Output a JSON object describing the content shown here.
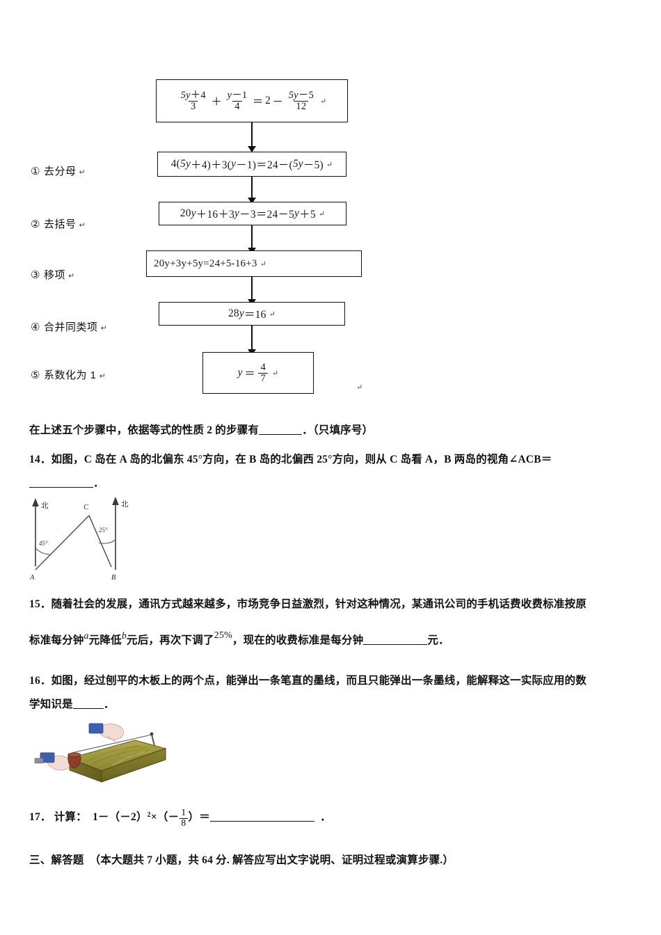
{
  "flowchart": {
    "boxes": [
      {
        "id": "b1",
        "text_plain": "(5y+4)/3 + (y-1)/4 = 2 - (5y-5)/12",
        "parts": {
          "n1": "5y+4",
          "d1": "3",
          "n2": "y-1",
          "d2": "4",
          "rhs_int": "2",
          "n3": "5y-5",
          "d3": "12"
        }
      },
      {
        "id": "b2",
        "text_plain": "4(5y+4)+3(y-1)=24-(5y-5)"
      },
      {
        "id": "b3",
        "text_plain": "20y+16+3y-3=24-5y+5"
      },
      {
        "id": "b4",
        "text_plain": "20y+3y+5y=24+5-16+3"
      },
      {
        "id": "b5",
        "text_plain": "28y=16"
      },
      {
        "id": "b6",
        "text_plain": "y = 4/7",
        "parts": {
          "lhs": "y",
          "eq": "=",
          "num": "4",
          "den": "7"
        }
      }
    ],
    "pilcrow": "↵",
    "steps": [
      {
        "num": "①",
        "label": "去分母"
      },
      {
        "num": "②",
        "label": "去括号"
      },
      {
        "num": "③",
        "label": "移项"
      },
      {
        "num": "④",
        "label": "合并同类项"
      },
      {
        "num": "⑤",
        "label": "系数化为 1"
      }
    ]
  },
  "questions": {
    "q13_tail": {
      "line": "在上述五个步骤中，依据等式的性质 2 的步骤有",
      "after_blank": "．（只填序号）"
    },
    "q14": {
      "number": "14．",
      "line1": "如图，C 岛在 A 岛的北偏东 45°方向，在 B 岛的北偏西 25°方向，则从 C 岛看 A，B 两岛的视角∠ACB＝",
      "line2_after_blank": "．",
      "figure": {
        "label_a": "A",
        "label_b": "B",
        "label_c": "C",
        "north_a": "北",
        "north_b": "北",
        "angle_a": "45°",
        "angle_b": "25°"
      }
    },
    "q15": {
      "number": "15．",
      "line1": "随着社会的发展，通讯方式越来越多，市场竞争日益激烈，针对这种情况，某通讯公司的手机话费收费标准按原",
      "line2_a": "标准每分钟",
      "var_a": "a",
      "line2_b": "元降低",
      "var_b": "b",
      "line2_c": "元后，再次下调了",
      "pct": "25%",
      "line2_d": "，现在的收费标准是每分钟",
      "line2_e": "元．"
    },
    "q16": {
      "number": "16．",
      "line1": "如图，经过刨平的木板上的两个点，能弹出一条笔直的墨线，而且只能弹出一条墨线，能解释这一实际应用的数",
      "line2": "学知识是",
      "line2_after_blank": "．"
    },
    "q17": {
      "number": "17．",
      "label": "计算：",
      "expr_a": "1－（－2）",
      "exp": "2",
      "expr_b": "×（－",
      "frac_num": "1",
      "frac_den": "8",
      "expr_c": "）＝",
      "trailing": "．"
    }
  },
  "section": {
    "heading": "三、解答题",
    "detail": "（本大题共 7 小题，共 64 分. 解答应写出文字说明、证明过程或演算步骤.）"
  },
  "colors": {
    "ink": "#111111",
    "text": "#121212",
    "wood_light": "#b5ae53",
    "wood_mid": "#8e8a33",
    "wood_dark": "#6e6a22",
    "hand_skin": "#f0d8d0",
    "tool_blue": "#3a5aa8",
    "tool_brown": "#8c3f2a"
  }
}
